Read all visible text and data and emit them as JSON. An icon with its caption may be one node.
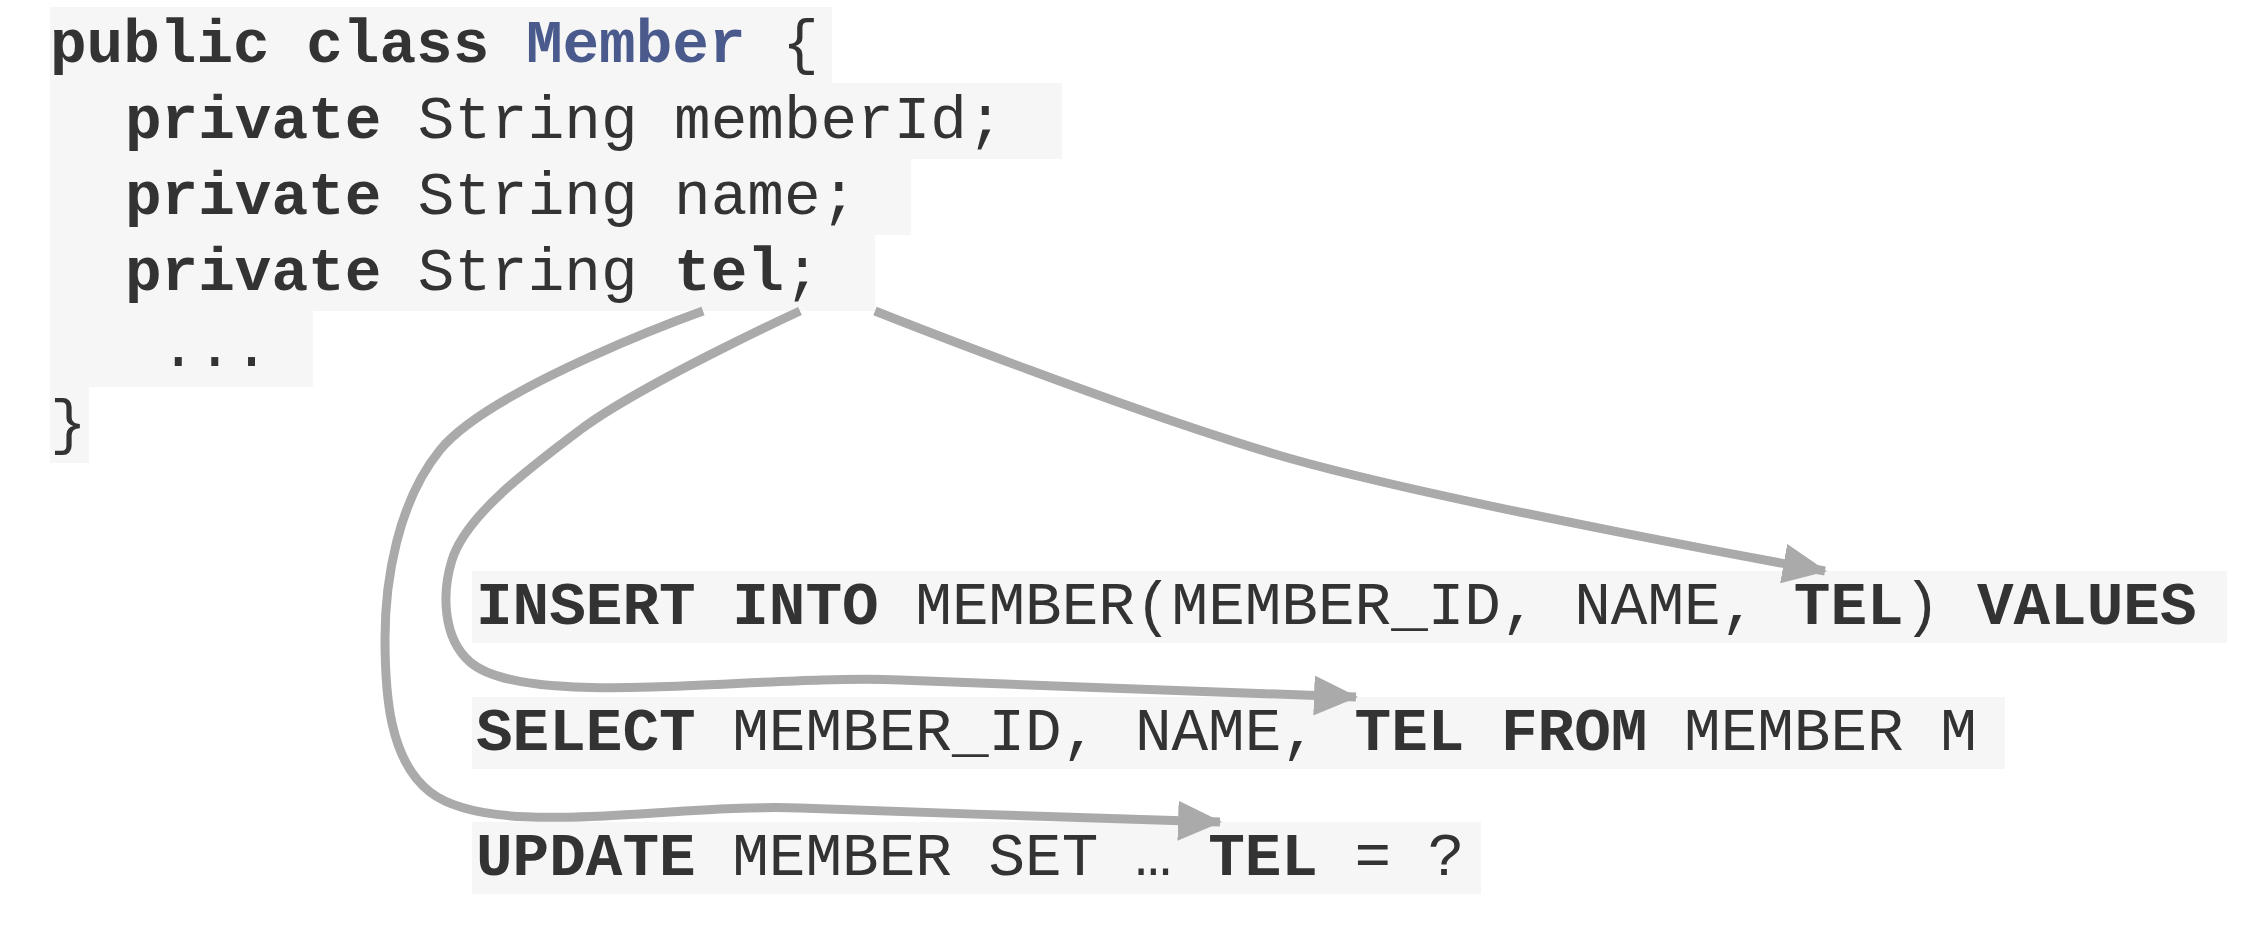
{
  "diagram": {
    "nodes": [
      {
        "text": [
          "**public class** **Member** {"
        ]
      },
      {
        "text": [
          "**private** String memberId;"
        ]
      },
      {
        "text": [
          "**private** String name;"
        ]
      },
      {
        "text": [
          "**private** String **tel**;"
        ]
      },
      {
        "text": [
          "..."
        ]
      },
      {
        "text": [
          "}"
        ]
      },
      {
        "text": [
          "**INSERT INTO** MEMBER(MEMBER_ID, NAME, **TEL**) **VALUES**"
        ]
      },
      {
        "text": [
          "**SELECT** MEMBER_ID, NAME, **TEL FROM** MEMBER M"
        ]
      },
      {
        "text": [
          "**UPDATE** MEMBER SET … **TEL** = ?"
        ]
      }
    ],
    "edges": [
      {
        "from": 3,
        "to": 6,
        "arrow": "to"
      },
      {
        "from": 3,
        "to": 7,
        "arrow": "to"
      },
      {
        "from": 3,
        "to": 8,
        "arrow": "to"
      }
    ]
  }
}
